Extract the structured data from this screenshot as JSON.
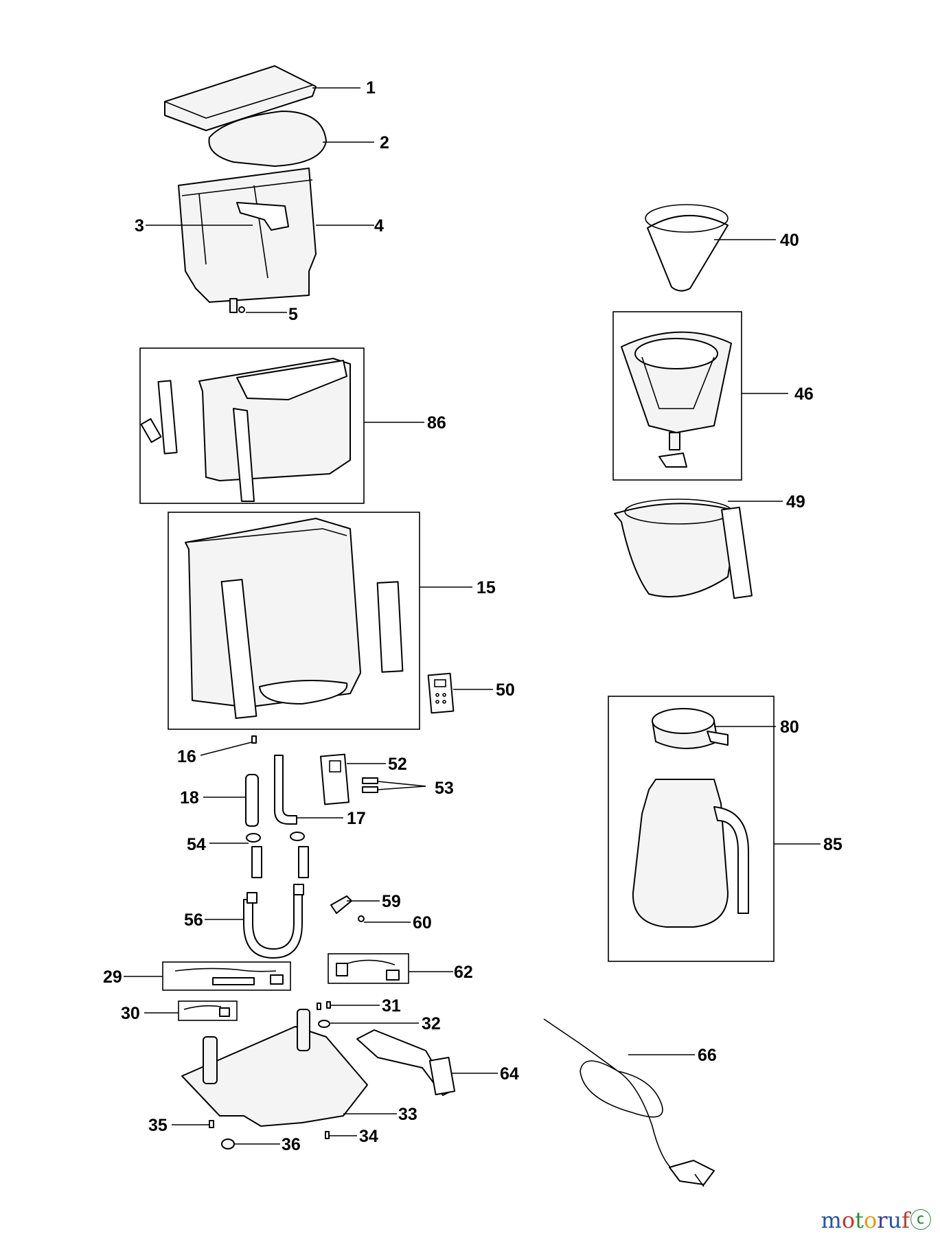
{
  "diagram": {
    "labels": {
      "p1": "1",
      "p2": "2",
      "p3": "3",
      "p4": "4",
      "p5": "5",
      "p86": "86",
      "p15": "15",
      "p50": "50",
      "p16": "16",
      "p52": "52",
      "p53": "53",
      "p18": "18",
      "p17": "17",
      "p54": "54",
      "p59": "59",
      "p56": "56",
      "p60": "60",
      "p29": "29",
      "p62": "62",
      "p30": "30",
      "p31": "31",
      "p32": "32",
      "p64": "64",
      "p35": "35",
      "p33": "33",
      "p34": "34",
      "p36": "36",
      "p40": "40",
      "p46": "46",
      "p49": "49",
      "p80": "80",
      "p85": "85",
      "p66": "66"
    }
  },
  "watermark": {
    "letters": [
      "m",
      "o",
      "t",
      "o",
      "r",
      "u",
      "f",
      "ⓒ"
    ],
    "colors": [
      "#2456a6",
      "#c0392b",
      "#2e8b3d",
      "#e0a000",
      "#3a3a9a"
    ]
  }
}
